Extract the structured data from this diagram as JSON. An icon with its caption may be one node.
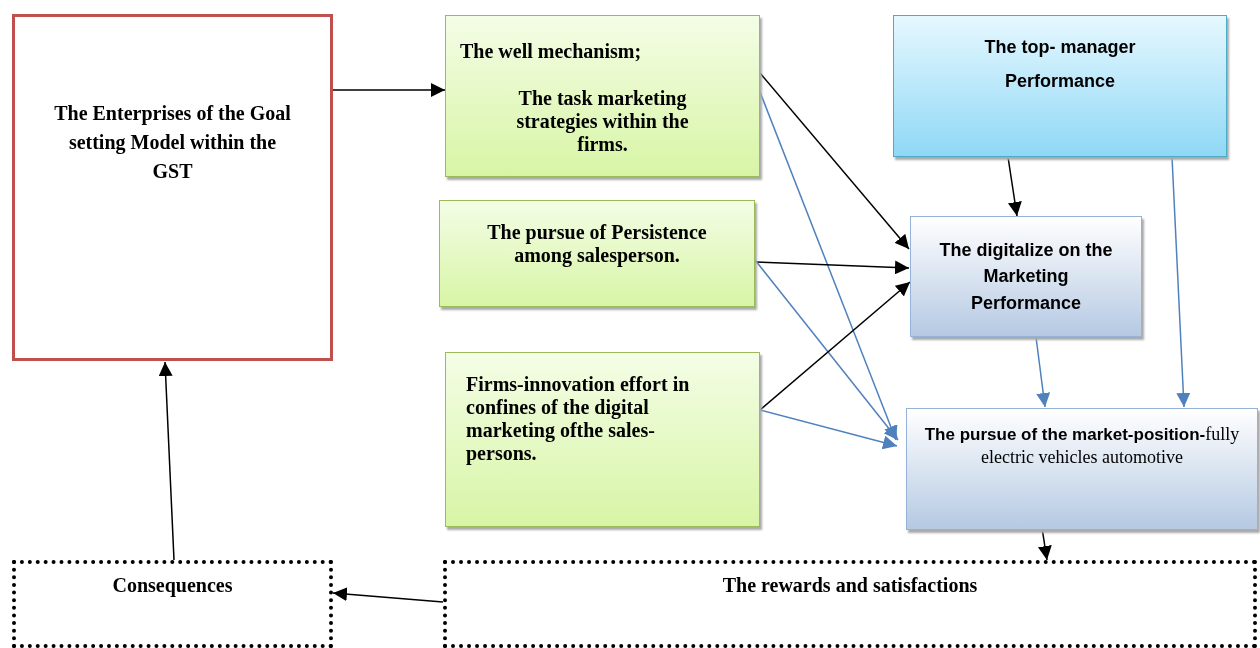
{
  "diagram": {
    "nodes": [
      {
        "text": [
          "The Enterprises of the Goal setting Model within the GST"
        ]
      },
      {
        "text": [
          "The well mechanism;",
          "The task marketing strategies within the firms."
        ]
      },
      {
        "text": [
          "The pursue of Persistence among salesperson."
        ]
      },
      {
        "text": [
          "Firms-innovation effort in confines of the digital marketing ofthe sales-persons."
        ]
      },
      {
        "text": [
          "The top- manager Performance"
        ]
      },
      {
        "text": [
          "The digitalize on the Marketing Performance"
        ]
      },
      {
        "text": [
          "**The pursue of the market-position-**fully electric vehicles automotive"
        ]
      },
      {
        "text": [
          "Consequences"
        ]
      },
      {
        "text": [
          "The rewards and satisfactions"
        ]
      }
    ],
    "edges": [
      {
        "from": 0,
        "to": 1,
        "arrow": "to"
      },
      {
        "from": 1,
        "to": 5,
        "arrow": "to"
      },
      {
        "from": 1,
        "to": 6,
        "arrow": "to",
        "color": "#4f81bd"
      },
      {
        "from": 2,
        "to": 5,
        "arrow": "to"
      },
      {
        "from": 2,
        "to": 6,
        "arrow": "to",
        "color": "#4f81bd"
      },
      {
        "from": 3,
        "to": 5,
        "arrow": "to"
      },
      {
        "from": 3,
        "to": 6,
        "arrow": "to",
        "color": "#4f81bd"
      },
      {
        "from": 4,
        "to": 5,
        "arrow": "to"
      },
      {
        "from": 4,
        "to": 6,
        "arrow": "to",
        "color": "#4f81bd"
      },
      {
        "from": 5,
        "to": 6,
        "arrow": "to",
        "color": "#4f81bd"
      },
      {
        "from": 6,
        "to": 8,
        "arrow": "to"
      },
      {
        "from": 8,
        "to": 7,
        "arrow": "to"
      },
      {
        "from": 7,
        "to": 0,
        "arrow": "to"
      }
    ]
  }
}
